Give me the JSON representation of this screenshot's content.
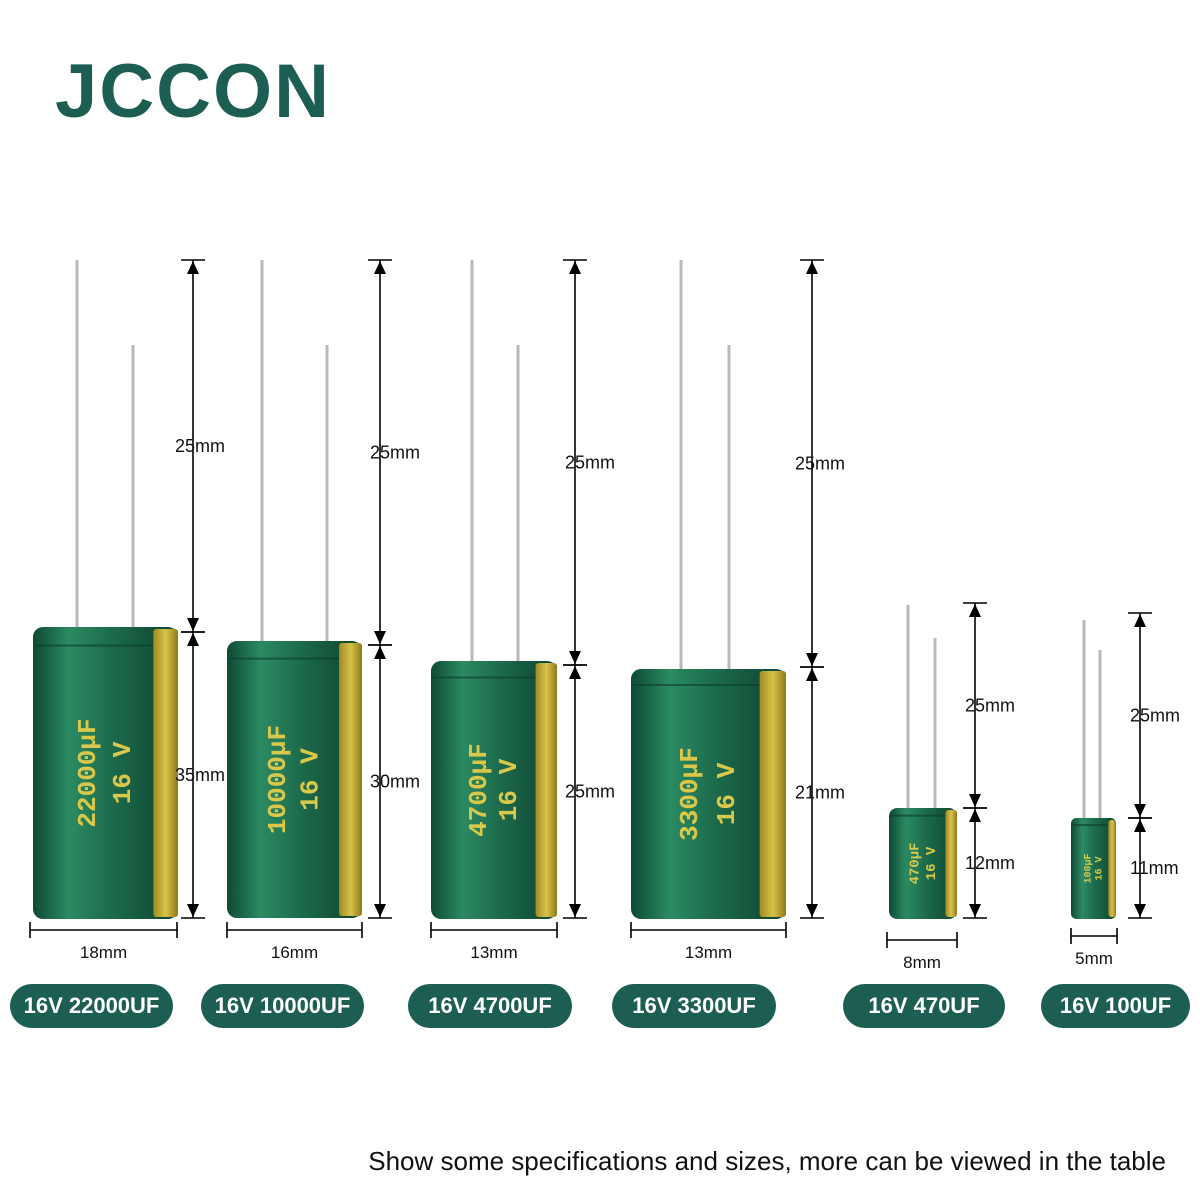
{
  "brand": "JCCON",
  "colors": {
    "brand": "#1c5f52",
    "body_green": "#1e6a4c",
    "marking_gold": "#d9c84a",
    "stripe_gold": "#b9a233"
  },
  "capacitors": [
    {
      "id": "c22000",
      "capacitance_marking": "22000µF",
      "voltage_marking": "16 V",
      "lead_length": "25mm",
      "height": "35mm",
      "diameter": "18mm",
      "label": "16V 22000UF"
    },
    {
      "id": "c10000",
      "capacitance_marking": "10000µF",
      "voltage_marking": "16 V",
      "lead_length": "25mm",
      "height": "30mm",
      "diameter": "16mm",
      "label": "16V 10000UF"
    },
    {
      "id": "c4700",
      "capacitance_marking": "4700µF",
      "voltage_marking": "16 V",
      "lead_length": "25mm",
      "height": "25mm",
      "diameter": "13mm",
      "label": "16V 4700UF"
    },
    {
      "id": "c3300",
      "capacitance_marking": "3300µF",
      "voltage_marking": "16 V",
      "lead_length": "25mm",
      "height": "21mm",
      "diameter": "13mm",
      "label": "16V 3300UF"
    },
    {
      "id": "c470",
      "capacitance_marking": "470µF",
      "voltage_marking": "16 V",
      "lead_length": "25mm",
      "height": "12mm",
      "diameter": "8mm",
      "label": "16V 470UF"
    },
    {
      "id": "c100",
      "capacitance_marking": "100µF",
      "voltage_marking": "16 V",
      "lead_length": "25mm",
      "height": "11mm",
      "diameter": "5mm",
      "label": "16V 100UF"
    }
  ],
  "footer": "Show some specifications and sizes, more can be viewed in the table"
}
